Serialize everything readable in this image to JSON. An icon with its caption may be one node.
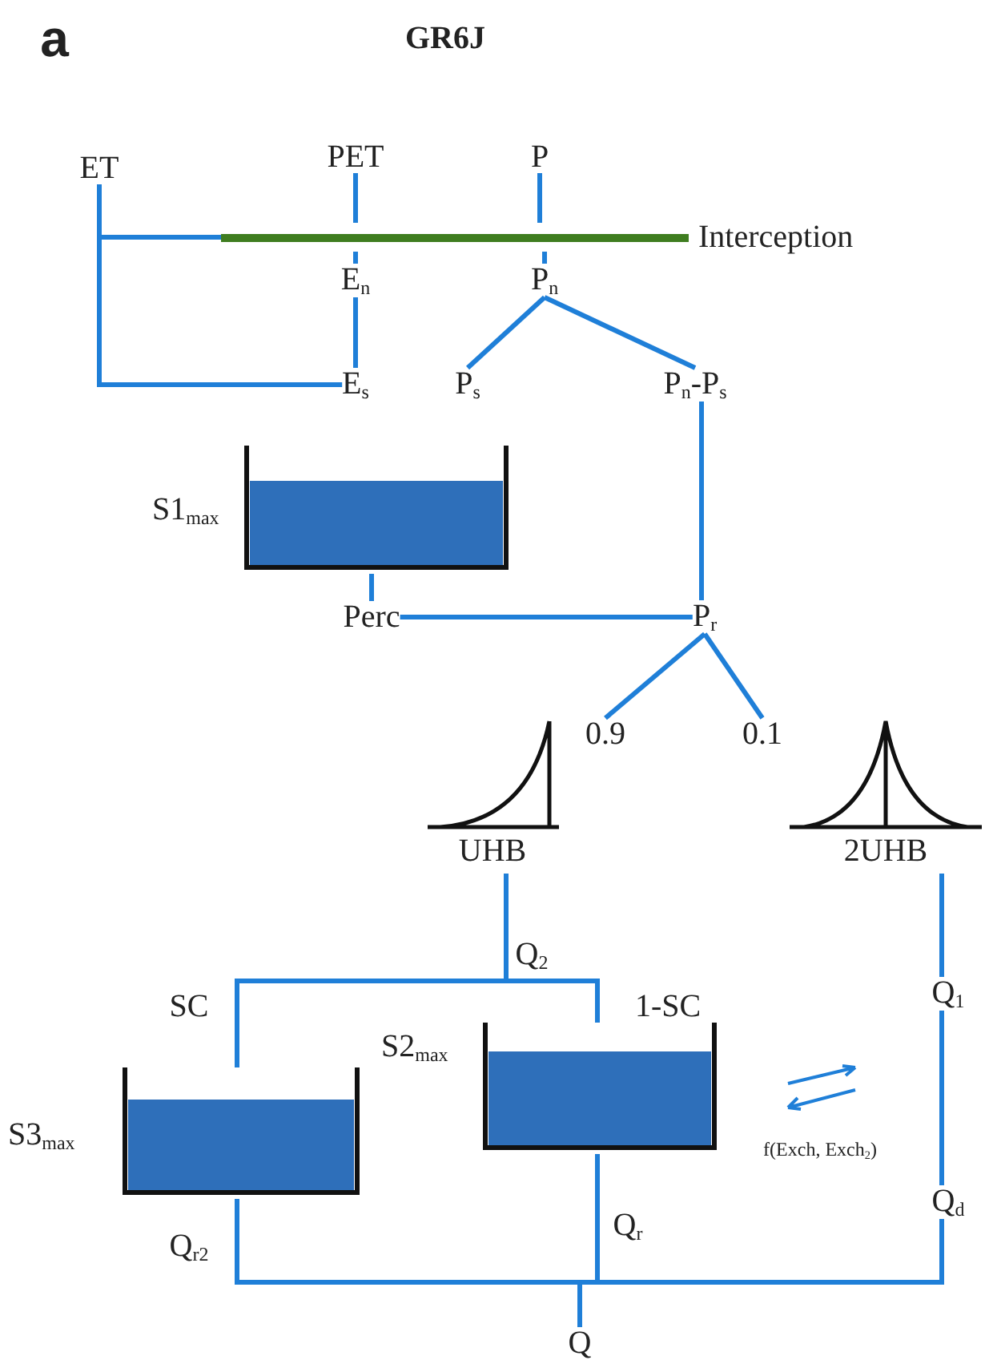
{
  "diagram": {
    "title": "GR6J",
    "nodes": [
      {
        "text": [
          "ET"
        ]
      },
      {
        "text": [
          "PET"
        ]
      },
      {
        "text": [
          "P"
        ]
      },
      {
        "text": [
          "Interception"
        ]
      },
      {
        "text": [
          "E$_{n}$"
        ]
      },
      {
        "text": [
          "P$_{n}$"
        ]
      },
      {
        "text": [
          "E$_{s}$"
        ]
      },
      {
        "text": [
          "P$_{s}$"
        ]
      },
      {
        "text": [
          "P$_{n}$-P$_{s}$"
        ]
      },
      {
        "text": [
          "S1$_{max}$"
        ]
      },
      {
        "text": [
          "Perc"
        ]
      },
      {
        "text": [
          "P$_{r}$"
        ]
      },
      {
        "text": [
          "0.9"
        ]
      },
      {
        "text": [
          "0.1"
        ]
      },
      {
        "text": [
          "UHB"
        ]
      },
      {
        "text": [
          "2UHB"
        ]
      },
      {
        "text": [
          "S2$_{max}$"
        ]
      },
      {
        "text": [
          "S3$_{max}$"
        ]
      },
      {
        "text": [
          "Q$_{1}$"
        ]
      },
      {
        "text": [
          "Q$_{d}$"
        ]
      },
      {
        "text": [
          "Q"
        ]
      }
    ],
    "edges": [
      {
        "from": 0,
        "to": 3,
        "arrow": "none"
      },
      {
        "from": 0,
        "to": 6,
        "arrow": "none"
      },
      {
        "from": 1,
        "to": 3,
        "arrow": "none"
      },
      {
        "from": 2,
        "to": 3,
        "arrow": "none"
      },
      {
        "from": 3,
        "to": 4,
        "arrow": "none"
      },
      {
        "from": 3,
        "to": 5,
        "arrow": "none"
      },
      {
        "from": 4,
        "to": 6,
        "arrow": "none"
      },
      {
        "from": 5,
        "to": 7,
        "arrow": "none"
      },
      {
        "from": 5,
        "to": 8,
        "arrow": "none"
      },
      {
        "from": 9,
        "to": 10,
        "arrow": "none"
      },
      {
        "from": 8,
        "to": 11,
        "arrow": "none"
      },
      {
        "from": 10,
        "to": 11,
        "arrow": "none"
      },
      {
        "from": 11,
        "to": 12,
        "arrow": "none"
      },
      {
        "from": 11,
        "to": 13,
        "arrow": "none"
      },
      {
        "from": 14,
        "to": 17,
        "arrow": "none",
        "label": "SC"
      },
      {
        "from": 14,
        "to": 16,
        "arrow": "none",
        "label": "1-SC"
      },
      {
        "from": 15,
        "to": 18,
        "arrow": "none"
      },
      {
        "from": 18,
        "to": 19,
        "arrow": "none"
      },
      {
        "from": 19,
        "to": 20,
        "arrow": "none"
      },
      {
        "from": 17,
        "to": 20,
        "arrow": "none",
        "label": "Q$_{r2}$"
      },
      {
        "from": 16,
        "to": 20,
        "arrow": "none",
        "label": "Q$_{r}$"
      }
    ],
    "labels": [
      "a",
      "Q$_{2}$",
      "f(Exch, Exch$_{2}$)"
    ]
  }
}
